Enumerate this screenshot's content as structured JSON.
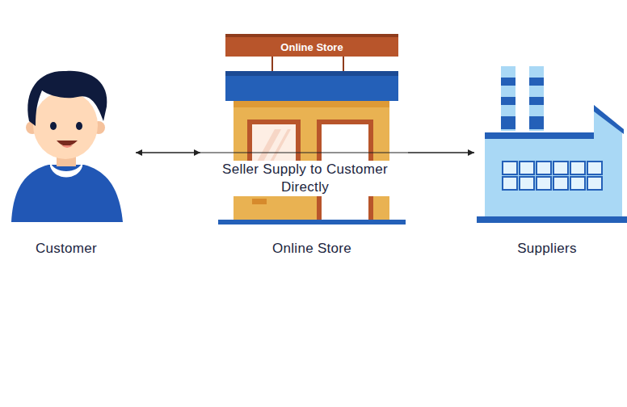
{
  "diagram": {
    "nodes": [
      {
        "text": [
          "Customer"
        ]
      },
      {
        "text": [
          "Online Store"
        ]
      },
      {
        "text": [
          "Online Store"
        ],
        "in": 1
      },
      {
        "text": [
          "Suppliers"
        ]
      }
    ],
    "edges": [
      {
        "from": 0,
        "to": 1,
        "arrow": "to"
      },
      {
        "from": 1,
        "to": 3,
        "arrow": "to"
      },
      {
        "from": 3,
        "to": 0,
        "label": "Seller Supply to Customer Directly",
        "arrow": "to"
      }
    ]
  }
}
